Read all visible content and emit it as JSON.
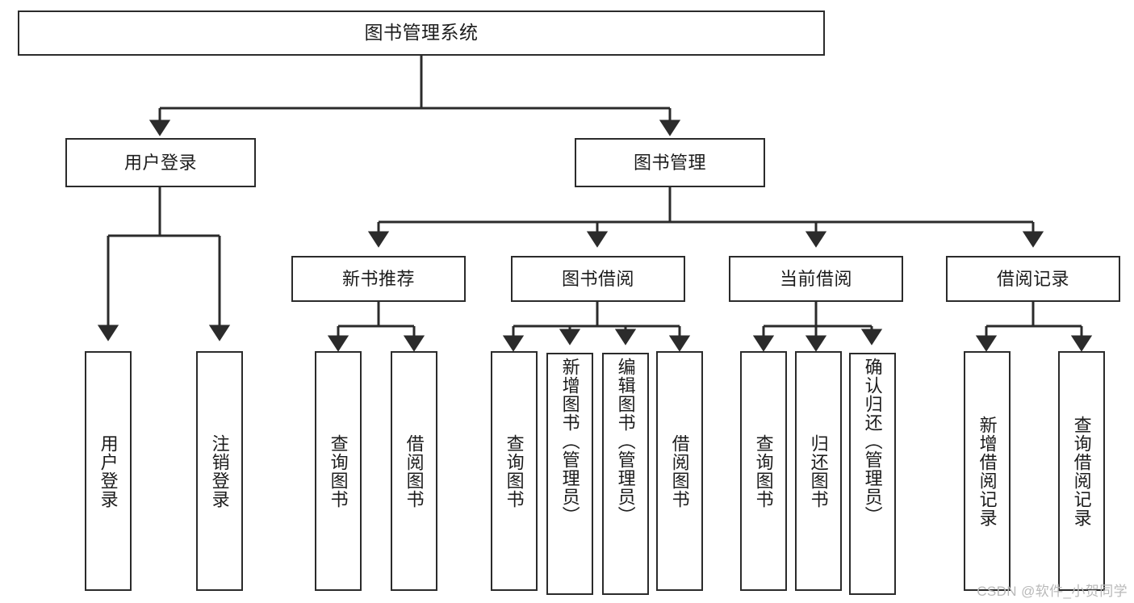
{
  "diagram": {
    "title": "图书管理系统",
    "watermark": "CSDN @软件_小贺同学",
    "root": {
      "label": "图书管理系统"
    },
    "level1": [
      {
        "label": "用户登录"
      },
      {
        "label": "图书管理"
      }
    ],
    "level2": [
      {
        "label": "新书推荐"
      },
      {
        "label": "图书借阅"
      },
      {
        "label": "当前借阅"
      },
      {
        "label": "借阅记录"
      }
    ],
    "leaves": {
      "user_login": [
        {
          "label": "用户登录"
        },
        {
          "label": "注销登录"
        }
      ],
      "new_book_recommend": [
        {
          "label": "查询图书"
        },
        {
          "label": "借阅图书"
        }
      ],
      "book_borrow": [
        {
          "label": "查询图书"
        },
        {
          "label": "新增图书（管理员）"
        },
        {
          "label": "编辑图书（管理员）"
        },
        {
          "label": "借阅图书"
        }
      ],
      "current_borrow": [
        {
          "label": "查询图书"
        },
        {
          "label": "归还图书"
        },
        {
          "label": "确认归还（管理员）"
        }
      ],
      "borrow_record": [
        {
          "label": "新增借阅记录"
        },
        {
          "label": "查询借阅记录"
        }
      ]
    },
    "colors": {
      "stroke": "#2b2b2b",
      "fill": "#ffffff",
      "text": "#1c1c1c",
      "watermark": "#b9b9b9"
    }
  }
}
